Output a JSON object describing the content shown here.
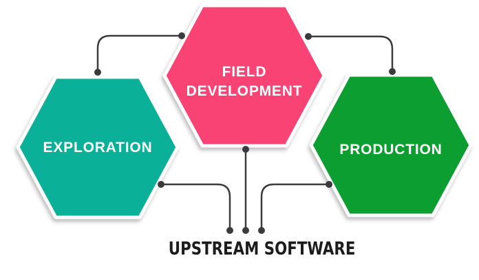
{
  "background": "#ffffff",
  "title": {
    "text": "UPSTREAM SOFTWARE",
    "color": "#1c1c1c"
  },
  "connector": {
    "color": "#3b3b3d"
  },
  "nodes": [
    {
      "id": "exploration",
      "label": "EXPLORATION",
      "color": "#0bb098",
      "text_color": "#ffffff"
    },
    {
      "id": "field-development",
      "label": "FIELD DEVELOPMENT",
      "color": "#fa4375",
      "text_color": "#ffffff"
    },
    {
      "id": "production",
      "label": "PRODUCTION",
      "color": "#0d9e31",
      "text_color": "#ffffff"
    }
  ]
}
